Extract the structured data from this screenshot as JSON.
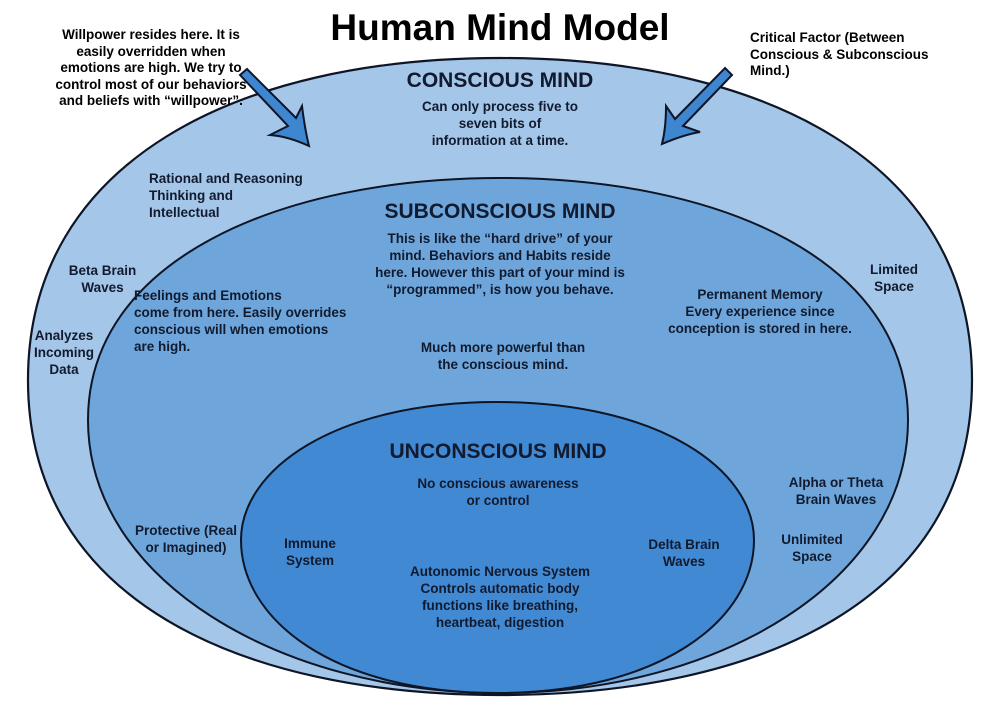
{
  "title": "Human Mind Model",
  "colors": {
    "conscious_fill": "#a4c6e8",
    "subconscious_fill": "#6ea6db",
    "unconscious_fill": "#4189d2",
    "arrow_fill": "#3f86d0",
    "outline": "#0d1526"
  },
  "annotations": {
    "willpower": "Willpower resides here. It is\neasily overridden when\nemotions are high. We try to\ncontrol most of our behaviors\nand beliefs with “willpower”.",
    "critical_factor": "Critical Factor (Between\nConscious & Subconscious\nMind.)"
  },
  "conscious": {
    "heading": "CONSCIOUS MIND",
    "description": "Can only process five to\nseven bits of\ninformation at a time.",
    "rational": "Rational and Reasoning\nThinking and\nIntellectual",
    "beta": "Beta Brain\nWaves",
    "analyzes": "Analyzes\nIncoming\nData",
    "limited": "Limited\nSpace"
  },
  "subconscious": {
    "heading": "SUBCONSCIOUS MIND",
    "description": "This is like the “hard drive” of your\nmind. Behaviors and Habits reside\nhere. However this part of your mind is\n“programmed”, is how you behave.",
    "feelings": "Feelings and Emotions\n come from here. Easily overrides\nconscious will when emotions\nare high.",
    "powerful": "Much more powerful than\nthe conscious mind.",
    "memory": "Permanent Memory\nEvery experience since\nconception is stored in here.",
    "alpha": "Alpha or Theta\nBrain Waves",
    "unlimited": "Unlimited\nSpace",
    "protective": "Protective (Real\nor Imagined)"
  },
  "unconscious": {
    "heading": "UNCONSCIOUS MIND",
    "description": "No conscious awareness\nor control",
    "immune": "Immune\nSystem",
    "delta": "Delta Brain\nWaves",
    "autonomic": "Autonomic Nervous System\nControls automatic body\nfunctions like breathing,\nheartbeat, digestion"
  }
}
